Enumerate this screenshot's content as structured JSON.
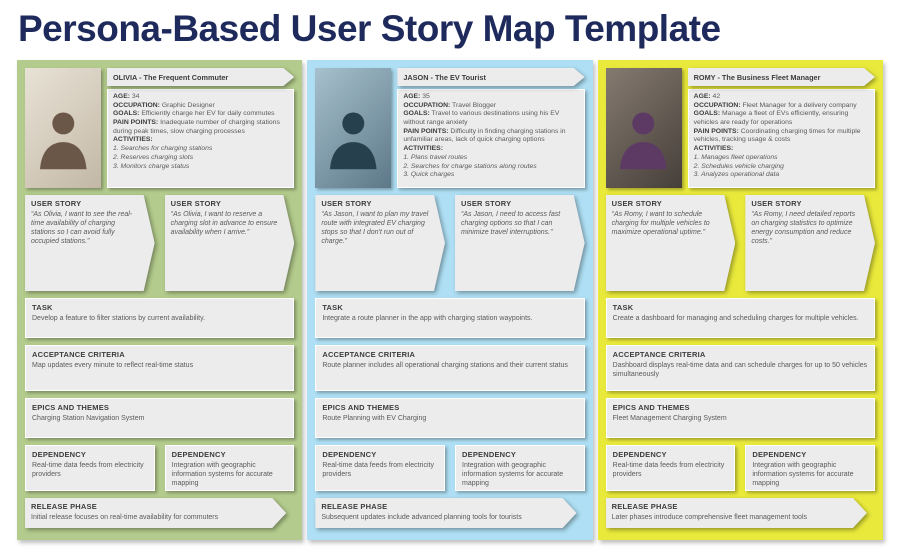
{
  "page": {
    "title": "Persona-Based User Story Map Template",
    "title_color": "#1e2a5c",
    "background": "#ffffff"
  },
  "labels": {
    "user_story": "USER STORY",
    "task": "TASK",
    "acceptance": "ACCEPTANCE CRITERIA",
    "epics": "EPICS AND THEMES",
    "dependency": "DEPENDENCY",
    "release_phase": "RELEASE PHASE"
  },
  "icons": {
    "persona_photo": "person-silhouette"
  },
  "columns": [
    {
      "accent": "#b3cb8c",
      "persona": {
        "name": "OLIVIA - The Frequent Commuter",
        "fields": [
          {
            "label": "AGE:",
            "text": "34"
          },
          {
            "label": "OCCUPATION:",
            "text": "Graphic Designer"
          },
          {
            "label": "GOALS:",
            "text": "Efficiently charge her EV for daily commutes"
          },
          {
            "label": "PAIN POINTS:",
            "text": "Inadequate number of charging stations during peak times, slow charging processes"
          }
        ],
        "activities_label": "ACTIVITIES:",
        "activities": [
          "1. Searches for charging stations",
          "2. Reserves charging slots",
          "3. Monitors charge status"
        ]
      },
      "stories": [
        "“As Olivia, I want to see the real-time availability of charging stations so I can avoid fully occupied stations.”",
        "“As Olivia, I want to reserve a charging slot in advance to ensure availability when I arrive.”"
      ],
      "task": "Develop a feature to filter stations by current availability.",
      "acceptance": "Map updates every minute to reflect real-time status",
      "epics": "Charging Station Navigation System",
      "dependencies": [
        "Real-time data feeds from electricity providers",
        "Integration with geographic information systems for accurate mapping"
      ],
      "release": "Initial release focuses on real-time availability for commuters"
    },
    {
      "accent": "#aedff4",
      "persona": {
        "name": "JASON - The EV Tourist",
        "fields": [
          {
            "label": "AGE:",
            "text": "35"
          },
          {
            "label": "OCCUPATION:",
            "text": "Travel Blogger"
          },
          {
            "label": "GOALS:",
            "text": "Travel to various destinations using his EV without range anxiety"
          },
          {
            "label": "PAIN POINTS:",
            "text": "Difficulty in finding charging stations in unfamiliar areas, lack of quick charging options"
          }
        ],
        "activities_label": "ACTIVITIES:",
        "activities": [
          "1. Plans travel routes",
          "2. Searches for charge stations along routes",
          "3. Quick charges"
        ]
      },
      "stories": [
        "“As Jason, I want to plan my travel route with integrated EV charging stops so that I don't run out of charge.”",
        "“As Jason, I need to access fast charging options so that I can minimize travel interruptions.”"
      ],
      "task": "Integrate a route planner in the app with charging station waypoints.",
      "acceptance": "Route planner includes all operational charging stations and their current status",
      "epics": "Route Planning with EV Charging",
      "dependencies": [
        "Real-time data feeds from electricity providers",
        "Integration with geographic information systems for accurate mapping"
      ],
      "release": "Subsequent updates include advanced planning tools for tourists"
    },
    {
      "accent": "#e9e93b",
      "persona": {
        "name": "ROMY - The Business Fleet Manager",
        "fields": [
          {
            "label": "AGE:",
            "text": "42"
          },
          {
            "label": "OCCUPATION:",
            "text": "Fleet Manager for a delivery company"
          },
          {
            "label": "GOALS:",
            "text": "Manage a fleet of EVs efficiently, ensuring vehicles are ready for operations"
          },
          {
            "label": "PAIN POINTS:",
            "text": "Coordinating charging times for multiple vehicles, tracking usage & costs"
          }
        ],
        "activities_label": "ACTIVITIES:",
        "activities": [
          "1. Manages fleet operations",
          "2. Schedules vehicle charging",
          "3. Analyzes operational data"
        ]
      },
      "stories": [
        "“As Romy, I want to schedule charging for multiple vehicles to maximize operational uptime.”",
        "“As Romy, I need detailed reports on charging statistics to optimize energy consumption and reduce costs.”"
      ],
      "task": "Create a dashboard for managing and scheduling charges for multiple vehicles.",
      "acceptance": "Dashboard displays real-time data and can schedule charges for up to 50 vehicles simultaneously",
      "epics": "Fleet Management Charging System",
      "dependencies": [
        "Real-time data feeds from electricity providers",
        "Integration with geographic information systems for accurate mapping"
      ],
      "release": "Later phases introduce comprehensive fleet management tools"
    }
  ]
}
